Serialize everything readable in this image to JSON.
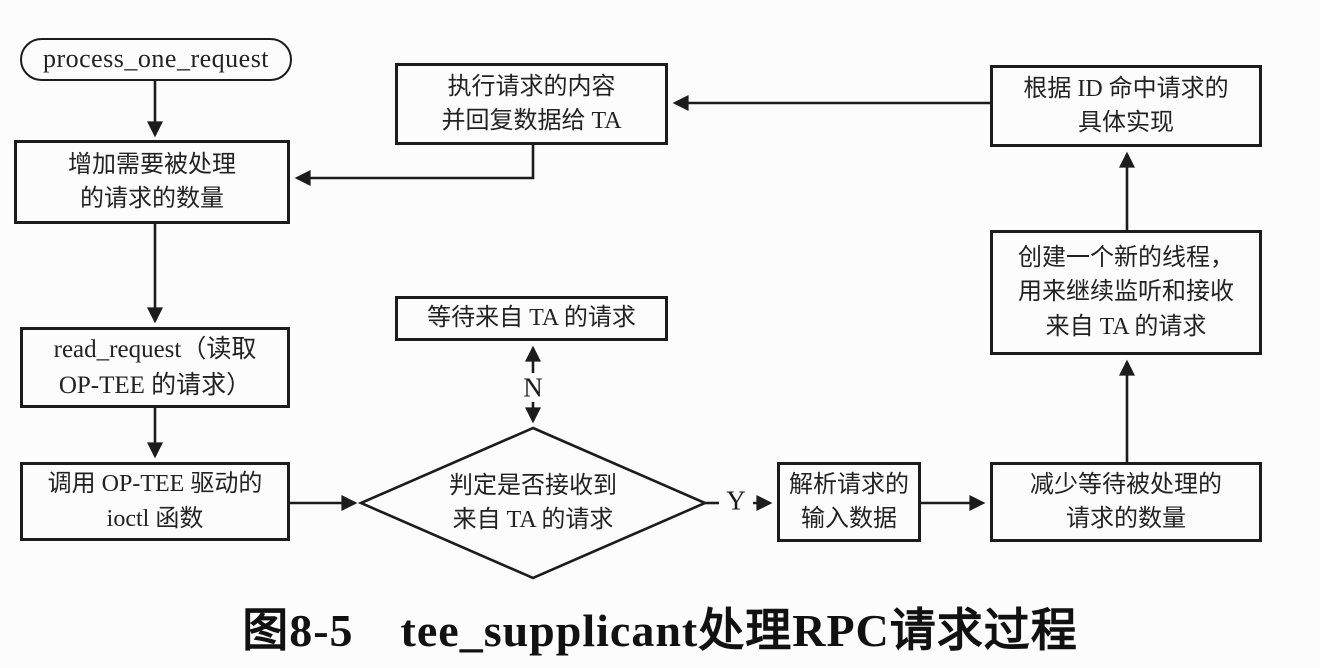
{
  "figure": {
    "type": "flowchart",
    "caption": "图8-5　tee_supplicant处理RPC请求过程"
  },
  "colors": {
    "background": "#fcfcfc",
    "stroke": "#1c1c1c",
    "text": "#222222"
  },
  "nodes": {
    "start": {
      "shape": "stadium",
      "label": "process_one_request"
    },
    "increase_pending": {
      "shape": "rect",
      "label": "增加需要被处理\n的请求的数量"
    },
    "execute_reply": {
      "shape": "rect",
      "label": "执行请求的内容\n并回复数据给 TA"
    },
    "match_impl_by_id": {
      "shape": "rect",
      "label": "根据 ID 命中请求的\n具体实现"
    },
    "wait_ta_request": {
      "shape": "rect",
      "label": "等待来自 TA 的请求"
    },
    "read_request": {
      "shape": "rect",
      "label": "read_request（读取\nOP-TEE 的请求）"
    },
    "call_ioctl": {
      "shape": "rect",
      "label": "调用 OP-TEE 驱动的\nioctl 函数"
    },
    "decision_received": {
      "shape": "diamond",
      "label": "判定是否接收到\n来自 TA 的请求"
    },
    "parse_input": {
      "shape": "rect",
      "label": "解析请求的\n输入数据"
    },
    "decrease_pending": {
      "shape": "rect",
      "label": "减少等待被处理的\n请求的数量"
    },
    "create_thread": {
      "shape": "rect",
      "label": "创建一个新的线程，\n用来继续监听和接收\n来自 TA 的请求"
    }
  },
  "edges": {
    "no_label": "N",
    "yes_label": "Y"
  }
}
